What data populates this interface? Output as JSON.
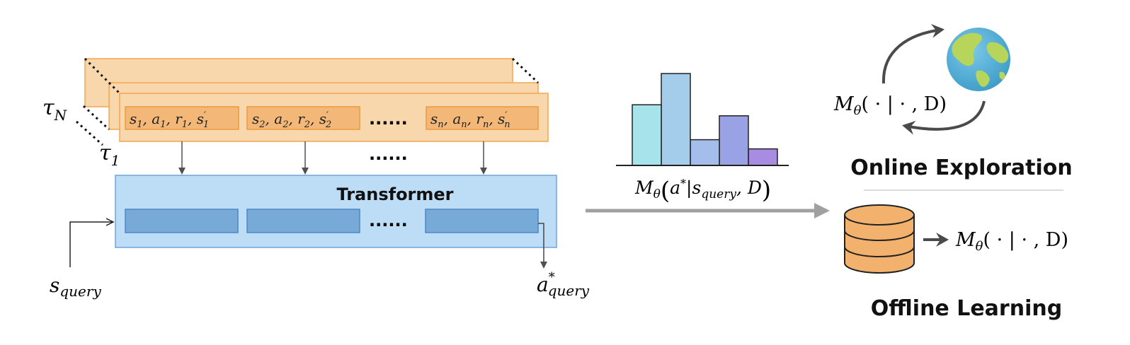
{
  "trajectory": {
    "label_top": "τ",
    "label_top_sub": "N",
    "label_bottom": "τ",
    "label_bottom_sub": "1",
    "cells": [
      {
        "s": "s",
        "a": "a",
        "r": "r",
        "sp": "s",
        "sub": "1"
      },
      {
        "s": "s",
        "a": "a",
        "r": "r",
        "sp": "s",
        "sub": "2"
      },
      {
        "s": "s",
        "a": "a",
        "r": "r",
        "sp": "s",
        "sub": "n"
      }
    ],
    "dots": "......"
  },
  "transformer": {
    "title": "Transformer",
    "dots": "......"
  },
  "query": {
    "input_main": "s",
    "input_sub": "query",
    "output_main": "a",
    "output_sup": "*",
    "output_sub": "query"
  },
  "histogram": {
    "caption_prefix": "M",
    "caption_theta": "θ",
    "caption_a": "a",
    "caption_star": "*",
    "caption_s": "s",
    "caption_sub": "query",
    "caption_d": ", D",
    "levels": [
      0.66,
      1.0,
      0.28,
      0.54,
      0.18
    ],
    "colors": [
      "#a6e3ea",
      "#a3cdea",
      "#a4bdea",
      "#9aa2e6",
      "#a78ce2"
    ]
  },
  "online": {
    "title": "Online Exploration",
    "model": "M",
    "theta": "θ",
    "args": "( · | · , D)",
    "globe_icon": "globe-icon"
  },
  "offline": {
    "title": "Offline Learning",
    "model": "M",
    "theta": "θ",
    "args": "( · | · , D)",
    "db_icon": "database-icon"
  }
}
